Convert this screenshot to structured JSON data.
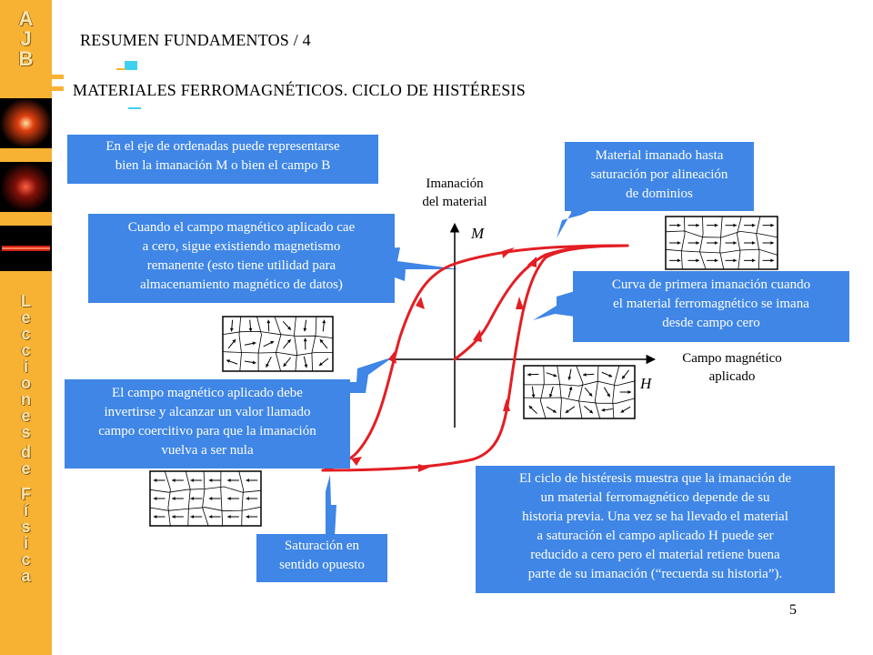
{
  "sidebar": {
    "logo_letters": [
      "A",
      "J",
      "B"
    ],
    "vertical_text_1": [
      "L",
      "e",
      "c",
      "c",
      "i",
      "o",
      "n",
      "e",
      "s"
    ],
    "vertical_text_2": [
      "d",
      "e"
    ],
    "vertical_text_3": [
      "F",
      "í",
      "s",
      "i",
      "c",
      "a"
    ]
  },
  "header": {
    "title": "RESUMEN FUNDAMENTOS / 4",
    "subtitle": "MATERIALES FERROMAGNÉTICOS. CICLO DE HISTÉRESIS"
  },
  "callouts": {
    "ordinate": [
      "En el eje de ordenadas puede representarse",
      "bien la imanación M o bien el campo B"
    ],
    "remanent": [
      "Cuando el campo magnético aplicado cae",
      "a cero, sigue existiendo magnetismo",
      "remanente (esto tiene utilidad para",
      "almacenamiento magnético de datos)"
    ],
    "coercive": [
      "El campo magnético aplicado debe",
      "invertirse y alcanzar un valor llamado",
      "campo coercitivo para que la imanación",
      "vuelva a ser nula"
    ],
    "saturated": [
      "Material imanado hasta",
      "saturación por alineación",
      "de dominios"
    ],
    "first_curve": [
      "Curva de primera imanación cuando",
      "el material ferromagnético se imana",
      "desde campo  cero"
    ],
    "opposite": [
      "Saturación en",
      "sentido opuesto"
    ],
    "summary": [
      "El ciclo de histéresis muestra que la imanación de",
      "un material ferromagnético depende de su",
      "historia previa. Una vez se ha llevado el material",
      "a saturación el campo aplicado H puede ser",
      "reducido a cero pero el material retiene buena",
      "parte de su imanación (“recuerda su historia”)."
    ]
  },
  "axes": {
    "y_label": [
      "Imanación",
      "del material"
    ],
    "y_symbol": "M",
    "x_label": [
      "Campo magnético",
      "aplicado"
    ],
    "x_symbol": "H"
  },
  "colors": {
    "sidebar": "#f7b233",
    "callout": "#3f86e6",
    "curve": "#e31e24"
  },
  "page_number": "5"
}
